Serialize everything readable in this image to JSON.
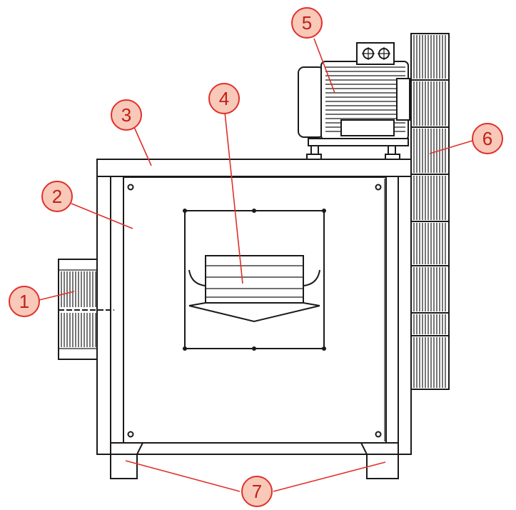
{
  "callouts": [
    {
      "id": "1",
      "label": "1"
    },
    {
      "id": "2",
      "label": "2"
    },
    {
      "id": "3",
      "label": "3"
    },
    {
      "id": "4",
      "label": "4"
    },
    {
      "id": "5",
      "label": "5"
    },
    {
      "id": "6",
      "label": "6"
    },
    {
      "id": "7",
      "label": "7"
    }
  ],
  "colors": {
    "callout_fill": "#f8c8b8",
    "callout_stroke": "#e0302a",
    "callout_text": "#c0201a",
    "line": "#1a1a1a"
  }
}
